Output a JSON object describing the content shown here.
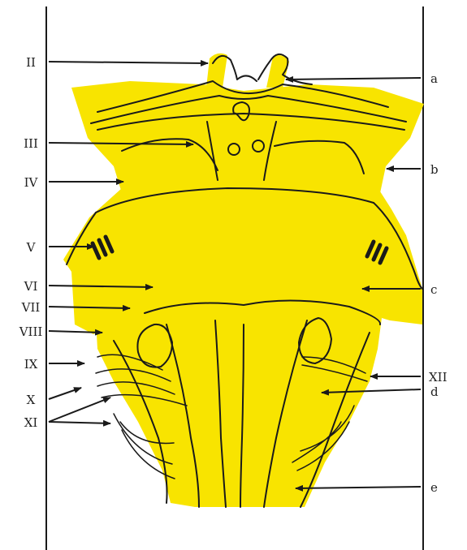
{
  "diagram": {
    "left_labels": [
      "II",
      "III",
      "IV",
      "V",
      "VI",
      "VII",
      "VIII",
      "IX",
      "X",
      "XI"
    ],
    "right_labels": [
      "a",
      "b",
      "c",
      "XII",
      "d",
      "e"
    ],
    "colors": {
      "fill": "#f8e400",
      "ink": "#1a1a1a",
      "background": "#ffffff"
    }
  }
}
